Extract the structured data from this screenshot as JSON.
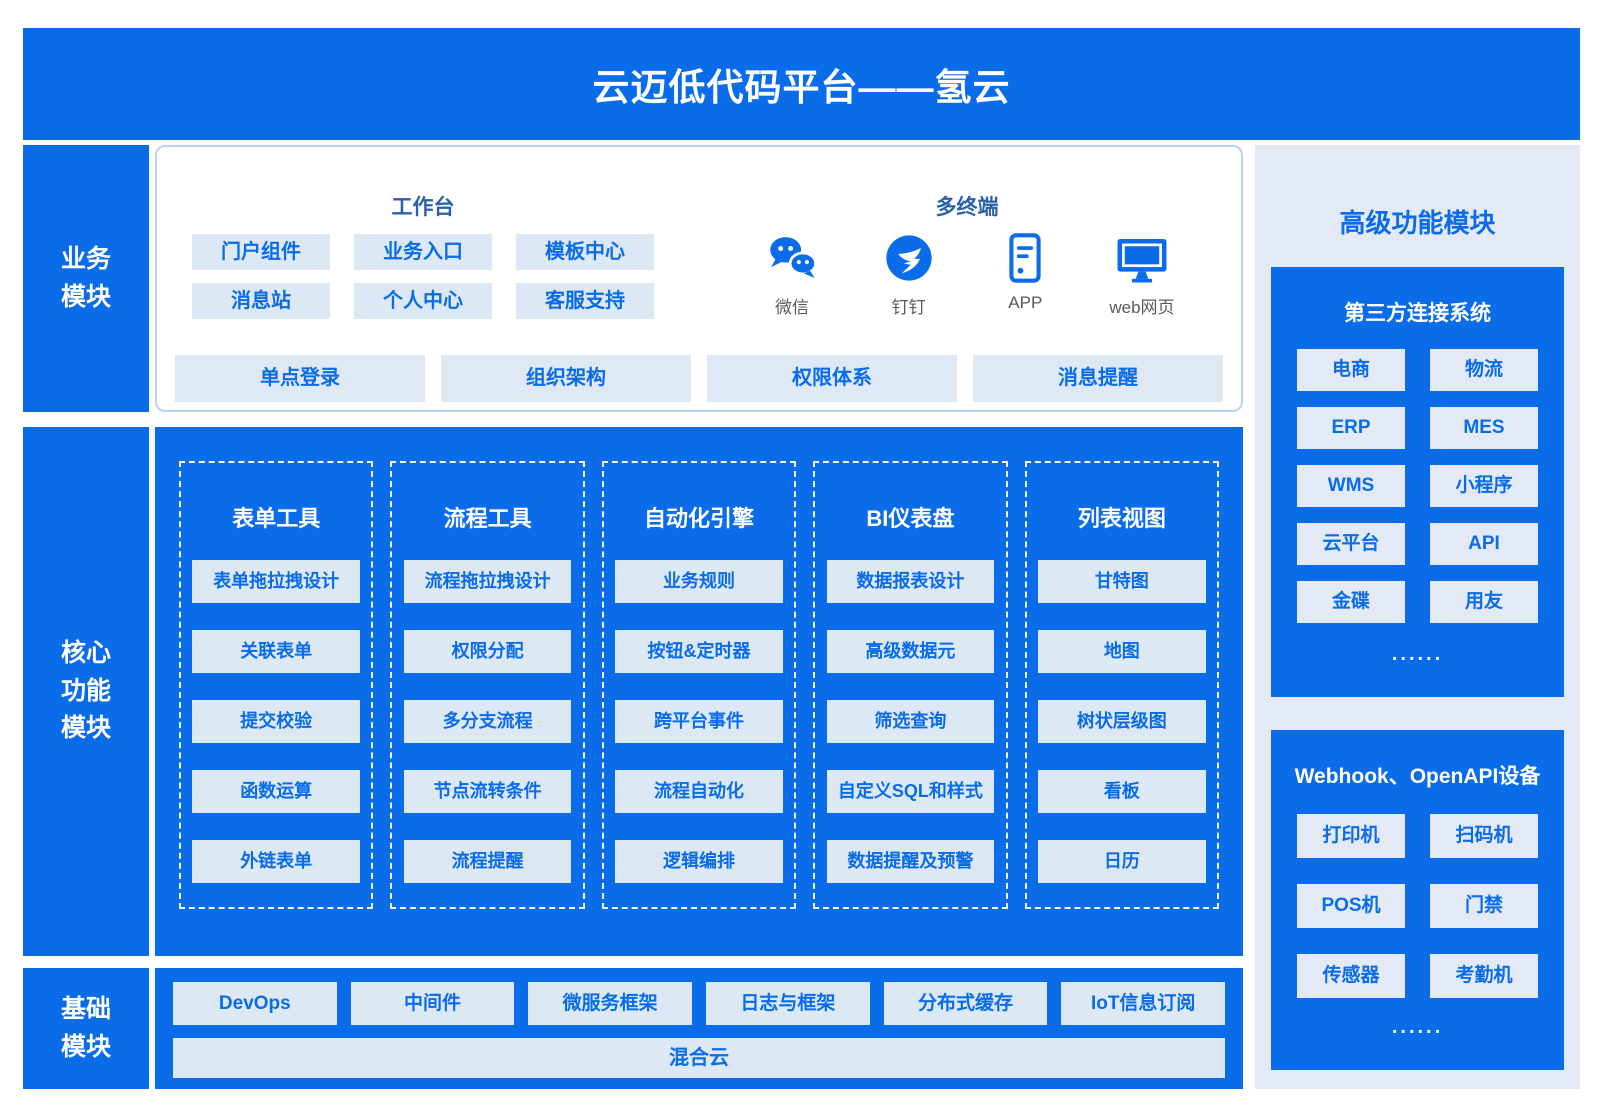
{
  "banner": {
    "title": "云迈低代码平台——氢云"
  },
  "rails": {
    "business": "业务\n模块",
    "core": "核心\n功能\n模块",
    "base": "基础\n模块"
  },
  "business": {
    "workbench": {
      "title": "工作台",
      "items": [
        "门户组件",
        "业务入口",
        "模板中心",
        "消息站",
        "个人中心",
        "客服支持"
      ]
    },
    "terminals": {
      "title": "多终端",
      "items": [
        {
          "label": "微信",
          "icon": "wechat-icon"
        },
        {
          "label": "钉钉",
          "icon": "dingtalk-icon"
        },
        {
          "label": "APP",
          "icon": "app-icon"
        },
        {
          "label": "web网页",
          "icon": "web-monitor-icon"
        }
      ]
    },
    "bottom_items": [
      "单点登录",
      "组织架构",
      "权限体系",
      "消息提醒"
    ]
  },
  "core": {
    "columns": [
      {
        "title": "表单工具",
        "items": [
          "表单拖拉拽设计",
          "关联表单",
          "提交校验",
          "函数运算",
          "外链表单"
        ]
      },
      {
        "title": "流程工具",
        "items": [
          "流程拖拉拽设计",
          "权限分配",
          "多分支流程",
          "节点流转条件",
          "流程提醒"
        ]
      },
      {
        "title": "自动化引擎",
        "items": [
          "业务规则",
          "按钮&定时器",
          "跨平台事件",
          "流程自动化",
          "逻辑编排"
        ]
      },
      {
        "title": "BI仪表盘",
        "items": [
          "数据报表设计",
          "高级数据元",
          "筛选查询",
          "自定义SQL和样式",
          "数据提醒及预警"
        ]
      },
      {
        "title": "列表视图",
        "items": [
          "甘特图",
          "地图",
          "树状层级图",
          "看板",
          "日历"
        ]
      }
    ]
  },
  "base": {
    "items": [
      "DevOps",
      "中间件",
      "微服务框架",
      "日志与框架",
      "分布式缓存",
      "IoT信息订阅"
    ],
    "wide_item": "混合云"
  },
  "advanced": {
    "title": "高级功能模块",
    "sections": [
      {
        "title": "第三方连接系统",
        "items": [
          "电商",
          "物流",
          "ERP",
          "MES",
          "WMS",
          "小程序",
          "云平台",
          "API",
          "金碟",
          "用友"
        ],
        "more": "......"
      },
      {
        "title": "Webhook、OpenAPI设备",
        "items": [
          "打印机",
          "扫码机",
          "POS机",
          "门禁",
          "传感器",
          "考勤机"
        ],
        "more": "......"
      }
    ]
  },
  "colors": {
    "primary_blue": "#0a6ce8",
    "light_box": "#dde8f5",
    "right_panel_bg": "#e3eaf6",
    "section_header_blue": "#2a62a8",
    "panel_border": "#b9d2f0",
    "icon_label_gray": "#595959"
  }
}
